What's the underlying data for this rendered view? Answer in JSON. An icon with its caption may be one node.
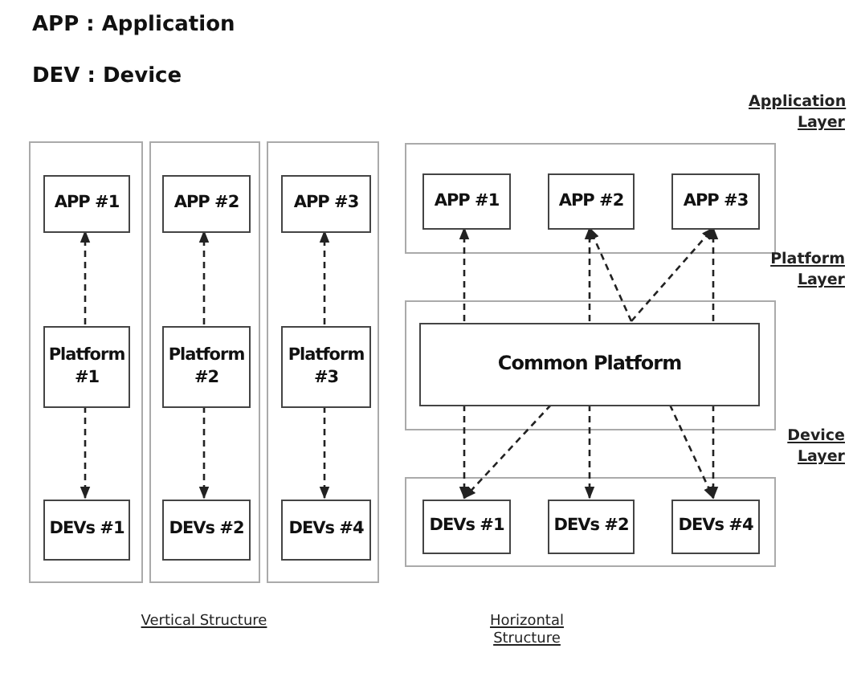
{
  "diagram": {
    "nodes": [
      {
        "text": [],
        "shape": "box"
      },
      {
        "text": [
          "APP #1"
        ],
        "in": 0
      },
      {
        "text": [
          "Platform #1"
        ],
        "in": 0
      },
      {
        "text": [
          "DEVs #1"
        ],
        "in": 0
      },
      {
        "text": [],
        "shape": "box"
      },
      {
        "text": [
          "APP #2"
        ],
        "in": 4
      },
      {
        "text": [
          "Platform #2"
        ],
        "in": 4
      },
      {
        "text": [
          "DEVs #2"
        ],
        "in": 4
      },
      {
        "text": [],
        "shape": "box"
      },
      {
        "text": [
          "APP #3"
        ],
        "in": 8
      },
      {
        "text": [
          "Platform #3"
        ],
        "in": 8
      },
      {
        "text": [
          "DEVs #4"
        ],
        "in": 8
      },
      {
        "text": [
          "Application Layer"
        ]
      },
      {
        "text": [
          "APP #1"
        ],
        "in": 12
      },
      {
        "text": [
          "APP #2"
        ],
        "in": 12
      },
      {
        "text": [
          "APP #3"
        ],
        "in": 12
      },
      {
        "text": [
          "Platform Layer"
        ]
      },
      {
        "text": [
          "Common Platform"
        ],
        "in": 16
      },
      {
        "text": [
          "Device Layer"
        ]
      },
      {
        "text": [
          "DEVs #1"
        ],
        "in": 18
      },
      {
        "text": [
          "DEVs #2"
        ],
        "in": 18
      },
      {
        "text": [
          "DEVs #4"
        ],
        "in": 18
      }
    ],
    "edges": [
      {
        "from": 2,
        "to": 1,
        "arrow": "to",
        "style": "dashed"
      },
      {
        "from": 2,
        "to": 3,
        "arrow": "to",
        "style": "dashed"
      },
      {
        "from": 6,
        "to": 5,
        "arrow": "to",
        "style": "dashed"
      },
      {
        "from": 6,
        "to": 7,
        "arrow": "to",
        "style": "dashed"
      },
      {
        "from": 10,
        "to": 9,
        "arrow": "to",
        "style": "dashed"
      },
      {
        "from": 10,
        "to": 11,
        "arrow": "to",
        "style": "dashed"
      },
      {
        "from": 17,
        "to": 13,
        "arrow": "to",
        "style": "dashed"
      },
      {
        "from": 17,
        "to": 14,
        "arrow": "to",
        "style": "dashed"
      },
      {
        "from": 17,
        "to": 14,
        "arrow": "to",
        "style": "dashed"
      },
      {
        "from": 17,
        "to": 15,
        "arrow": "to",
        "style": "dashed"
      },
      {
        "from": 17,
        "to": 15,
        "arrow": "to",
        "style": "dashed"
      },
      {
        "from": 17,
        "to": 19,
        "arrow": "to",
        "style": "dashed"
      },
      {
        "from": 17,
        "to": 19,
        "arrow": "to",
        "style": "dashed"
      },
      {
        "from": 17,
        "to": 20,
        "arrow": "to",
        "style": "dashed"
      },
      {
        "from": 17,
        "to": 21,
        "arrow": "to",
        "style": "dashed"
      },
      {
        "from": 17,
        "to": 21,
        "arrow": "to",
        "style": "dashed"
      }
    ],
    "labels": [
      "APP : Application",
      "DEV : Device",
      "Vertical Structure",
      "Horizontal Structure"
    ]
  }
}
